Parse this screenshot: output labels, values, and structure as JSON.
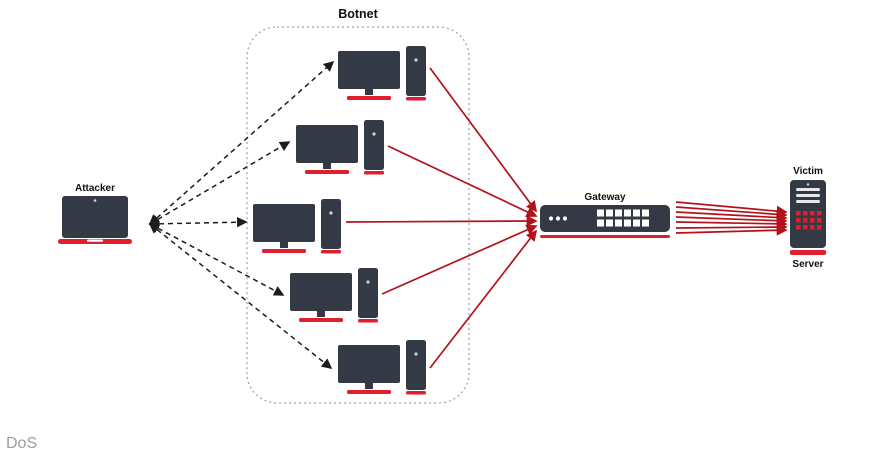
{
  "diagram": {
    "watermark": "DoS",
    "nodes": {
      "attacker": {
        "label": "Attacker"
      },
      "botnet": {
        "label": "Botnet",
        "bot_count": 5
      },
      "gateway": {
        "label": "Gateway"
      },
      "victim": {
        "label_top": "Victim",
        "label_bottom": "Server"
      }
    },
    "edges": {
      "attacker_to_bots": {
        "style": "dashed-black",
        "count": 5,
        "bidirectional": true
      },
      "bots_to_gateway": {
        "style": "solid-red",
        "count": 5
      },
      "gateway_to_victim": {
        "style": "solid-red",
        "count": 7
      }
    },
    "colors": {
      "device_dark": "#333a45",
      "red_accent": "#df1f2d",
      "red_arrow": "#b3121a",
      "line_dark": "#1c1c1c",
      "box_border": "#9aa0a6",
      "watermark": "#9aa0a6"
    }
  }
}
